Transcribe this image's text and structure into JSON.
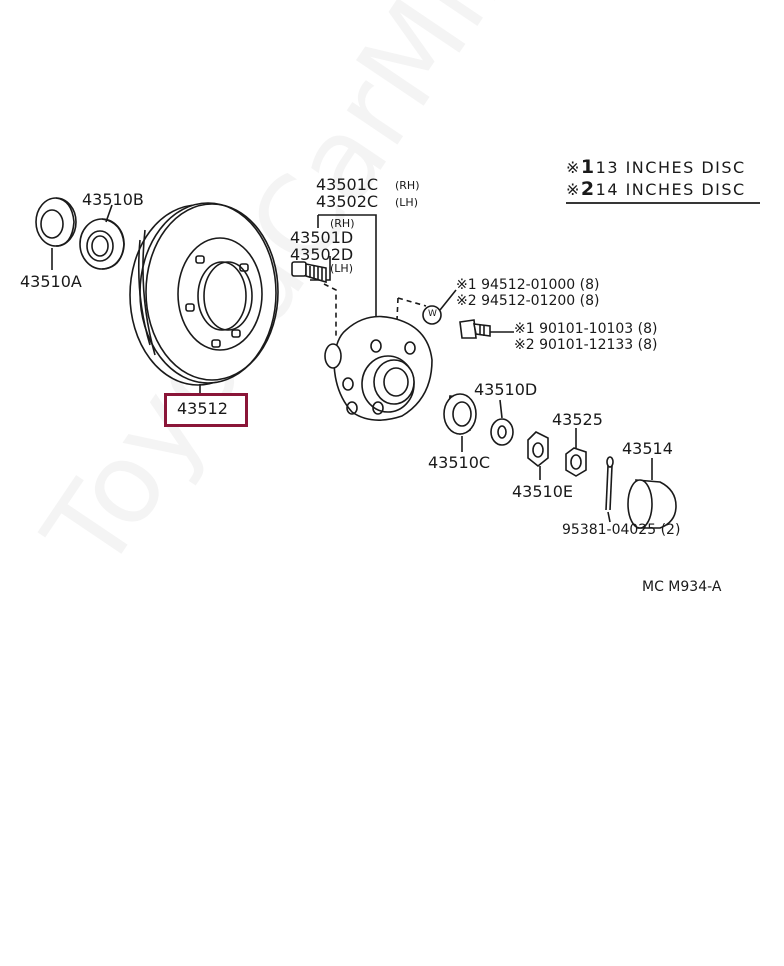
{
  "legend": {
    "line1": {
      "mark": "※",
      "num": "1",
      "text": "13  INCHES  DISC"
    },
    "line2": {
      "mark": "※",
      "num": "2",
      "text": "14  INCHES  DISC"
    }
  },
  "parts": {
    "p43510B": "43510B",
    "p43510A": "43510A",
    "p43512": "43512",
    "p43501C": "43501C",
    "p43501C_side": "(RH)",
    "p43502C": "43502C",
    "p43502C_side": "(LH)",
    "rh_side": "(RH)",
    "p43501D": "43501D",
    "p43502D": "43502D",
    "p43502D_side": "(LH)",
    "bolt1": "※1 94512-01000 (8)",
    "bolt2": "※2 94512-01200 (8)",
    "washer_mark": "W",
    "screw1": "※1 90101-10103 (8)",
    "screw2": "※2 90101-12133 (8)",
    "p43510D": "43510D",
    "p43510C": "43510C",
    "p43525": "43525",
    "p43514": "43514",
    "p43510E": "43510E",
    "pin": "95381-04025 (2)"
  },
  "figure_code": "MC M934-A",
  "watermark": "ToyotaCarMine.ru",
  "colors": {
    "highlight": "#8a1538",
    "ink": "#1a1a1a"
  }
}
